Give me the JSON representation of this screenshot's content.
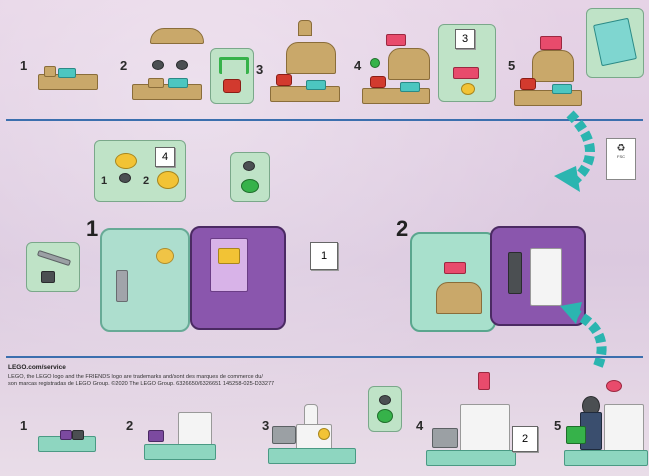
{
  "top_row": {
    "steps": [
      "1",
      "2",
      "3",
      "4",
      "5"
    ],
    "qty_step4": "3"
  },
  "middle": {
    "section_1": "1",
    "section_2": "2",
    "sub_steps": [
      "1",
      "2"
    ],
    "qty_coin": "4",
    "qty_hinge": "1"
  },
  "footer": {
    "service": "LEGO.com/service",
    "legal_line_1": "LEGO, the LEGO logo and the FRIENDS logo are trademarks and/sont des marques de commerce du/",
    "legal_line_2": "son marcas registradas de LEGO Group. ©2020 The LEGO Group. 6326650/6326651   145258-025-D33277",
    "fsc_label": "FSC"
  },
  "bottom_row": {
    "steps": [
      "1",
      "2",
      "3",
      "4",
      "5"
    ],
    "qty_step4": "2"
  },
  "colors": {
    "blue_divider": "#3b6fae",
    "callout_green": "#bfe3c7",
    "arrow_teal": "#2bb5b0"
  }
}
